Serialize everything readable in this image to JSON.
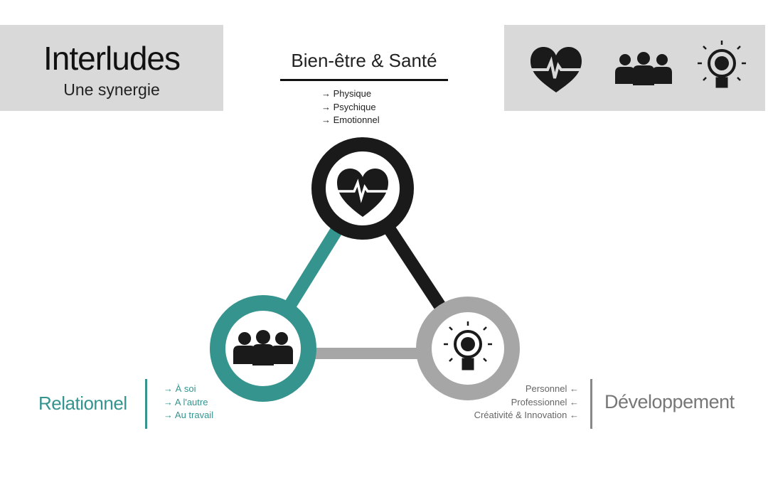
{
  "title": "Interludes",
  "subtitle": "Une synergie",
  "header_icons": [
    "heart-ecg-icon",
    "team-icon",
    "lightbulb-brain-icon"
  ],
  "bien_etre": {
    "label": "Bien-être & Santé",
    "items": [
      "→  Physique",
      "→  Psychique",
      "→  Emotionnel"
    ]
  },
  "relationnel": {
    "label": "Relationnel",
    "items": [
      "→  À soi",
      "→  A l'autre",
      "→  Au travail"
    ]
  },
  "developpement": {
    "label": "Développement",
    "items": [
      "Personnel ←",
      "Professionnel ←",
      "Créativité & Innovation ←"
    ]
  },
  "colors": {
    "teal": "#35948e",
    "black": "#1a1a1a",
    "gray": "#a6a6a6",
    "box": "#d9d9d9"
  }
}
